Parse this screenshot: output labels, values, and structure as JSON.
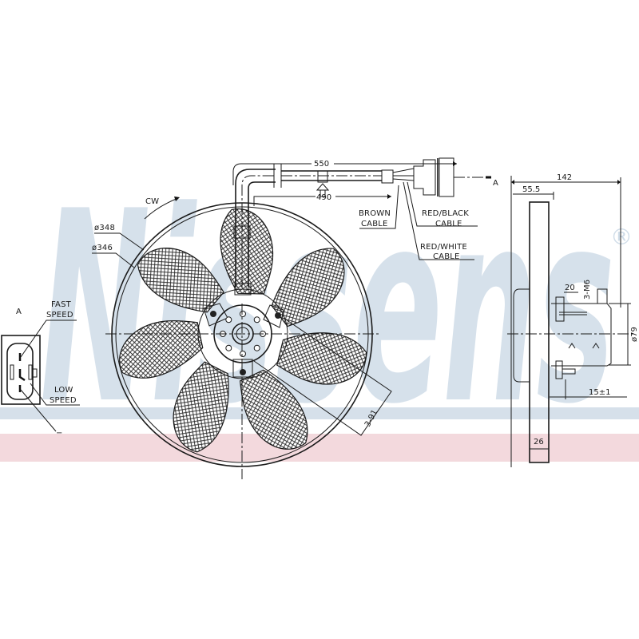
{
  "watermark": {
    "brand": "Nissens",
    "registered_mark": "®",
    "brand_color": "#cfdce8",
    "band_blue_color": "#d6e0ea",
    "band_pink_color": "#f3d9dd"
  },
  "front_view": {
    "rotation_label": "CW",
    "outer_diameter_label": "ø348",
    "inner_diameter_label": "ø346",
    "blade_count": 7,
    "mount_holes_label": "3-91",
    "cable": {
      "total_length_label": "550",
      "sheath_length_label": "490",
      "view_marker": "A"
    },
    "wires": [
      {
        "line1": "BROWN",
        "line2": "CABLE"
      },
      {
        "line1": "RED/BLACK",
        "line2": "CABLE"
      },
      {
        "line1": "RED/WHITE",
        "line2": "CABLE"
      }
    ]
  },
  "connector_view": {
    "view_marker": "A",
    "pins": [
      {
        "line1": "FAST",
        "line2": "SPEED"
      },
      {
        "line1": "LOW",
        "line2": "SPEED"
      },
      {
        "line1": "−",
        "line2": ""
      }
    ]
  },
  "side_view": {
    "overall_depth_label": "142",
    "blade_offset_label": "55.5",
    "stud_length_label": "20",
    "thread_label": "3-M6",
    "motor_diameter_label": "ø79",
    "flange_label": "15±1",
    "ring_width_label": "26"
  }
}
